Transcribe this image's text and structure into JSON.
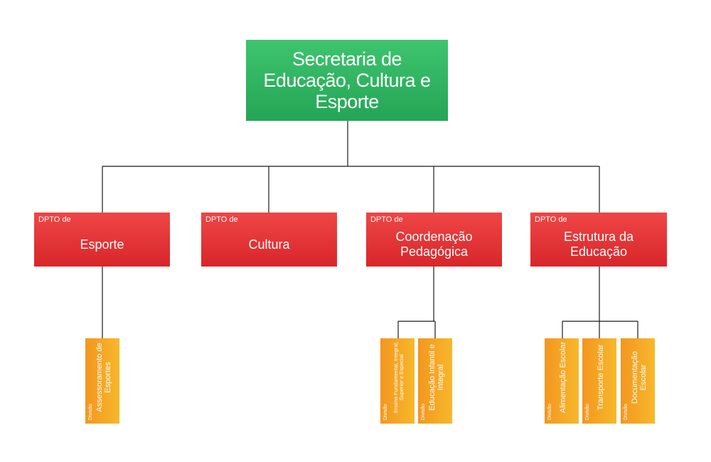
{
  "root": {
    "title": "Secretaria de Educação, Cultura e Esporte"
  },
  "departments": [
    {
      "prefix": "DPTO de",
      "name": "Esporte"
    },
    {
      "prefix": "DPTO de",
      "name": "Cultura"
    },
    {
      "prefix": "DPTO de",
      "name": "Coordenação Pedagógica"
    },
    {
      "prefix": "DPTO de",
      "name": "Estrutura da Educação"
    }
  ],
  "divisions": [
    {
      "prefix": "Divisão",
      "name": "Assessoramento de Esportes"
    },
    {
      "prefix": "Divisão",
      "name": "Ensino Fundamental, Integral, Superior e Especial"
    },
    {
      "prefix": "Divisão",
      "name": "Educação Infantil e Integral"
    },
    {
      "prefix": "Divisão",
      "name": "Alimentação Escolar"
    },
    {
      "prefix": "Divisão",
      "name": "Transporte Escolar"
    },
    {
      "prefix": "Divisão",
      "name": "Documentação Escolar"
    }
  ],
  "colors": {
    "root": "#2fb65f",
    "department": "#e2312f",
    "division": "#f5a623",
    "connector": "#1a1a1a"
  }
}
